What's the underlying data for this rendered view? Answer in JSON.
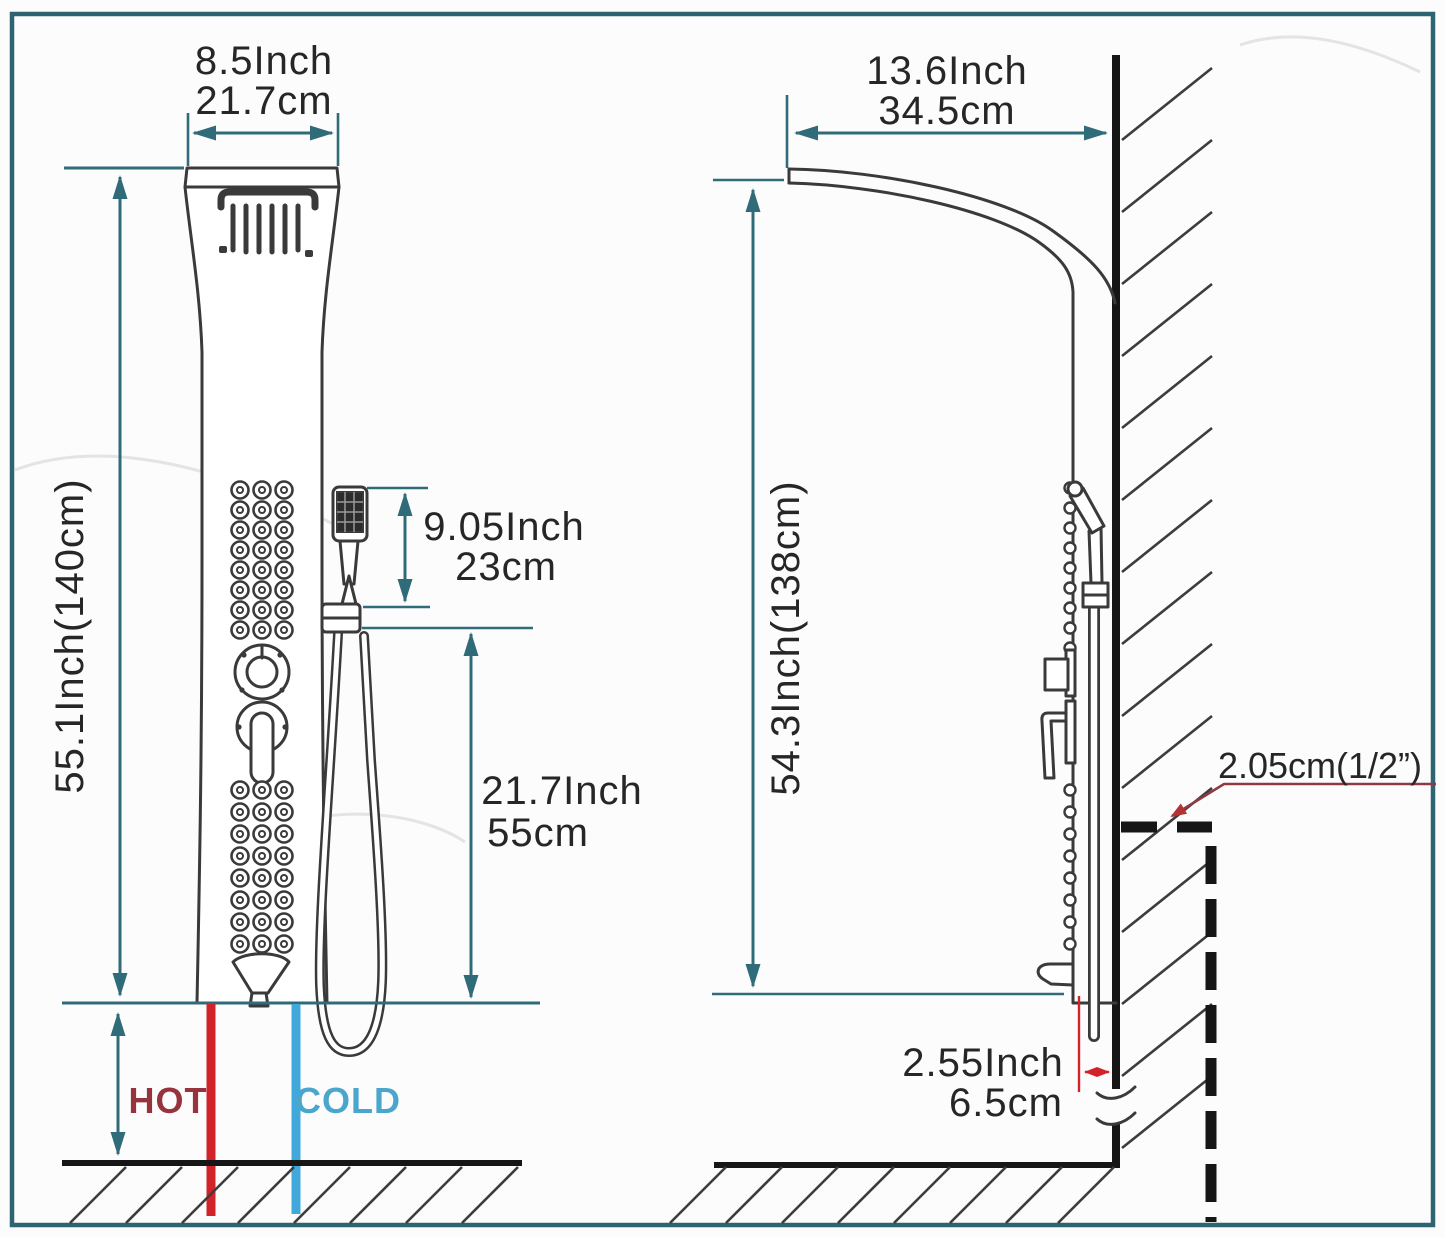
{
  "figure": {
    "kind": "shower-panel installation dimension diagram",
    "views": [
      "front",
      "side"
    ]
  },
  "front_view": {
    "width": {
      "inch": "8.5Inch",
      "cm": "21.7cm"
    },
    "height": "55.1Inch(140cm)",
    "hand_shower_height": {
      "inch": "9.05Inch",
      "cm": "23cm"
    },
    "hose_drop": {
      "inch": "21.7Inch",
      "cm": "55cm"
    },
    "supply_lines": {
      "hot": "HOT",
      "cold": "COLD"
    }
  },
  "side_view": {
    "depth": {
      "inch": "13.6Inch",
      "cm": "34.5cm"
    },
    "height": "54.3Inch(138cm)",
    "pipe_size": "2.05cm(1/2”)",
    "wall_clearance": {
      "inch": "2.55Inch",
      "cm": "6.5cm"
    }
  },
  "colors": {
    "frame": "#2e6374",
    "dim": "#2f6b78",
    "ink": "#3a3a3a",
    "dark": "#161616",
    "text": "#262626",
    "hot": "#d2232a",
    "cold": "#41a8dc",
    "hotText": "#96333c",
    "coldText": "#4ba6cd",
    "leader": "#8e3a43"
  }
}
